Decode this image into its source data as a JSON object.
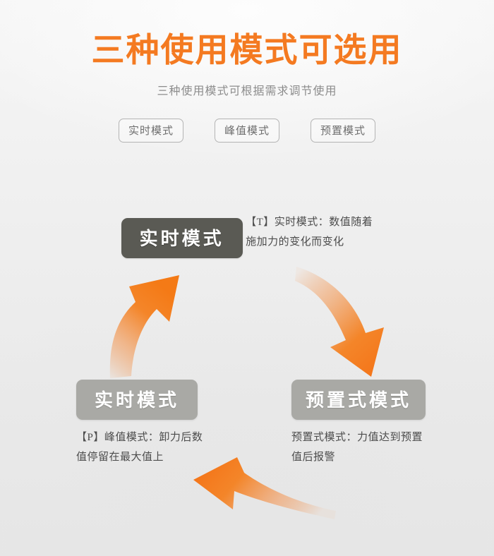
{
  "header": {
    "title": "三种使用模式可选用",
    "subtitle": "三种使用模式可根据需求调节使用",
    "title_color": "#f47a21",
    "subtitle_color": "#8c8c8c"
  },
  "chips": [
    {
      "label": "实时模式"
    },
    {
      "label": "峰值模式"
    },
    {
      "label": "预置模式"
    }
  ],
  "cycle": {
    "nodes": [
      {
        "id": "realtime",
        "badge": "实时模式",
        "badge_style": "dark",
        "badge_color": "#5a5a54",
        "desc_line1": "【T】实时模式：数值随着",
        "desc_line2": "施加力的变化而变化"
      },
      {
        "id": "peak",
        "badge": "实时模式",
        "badge_style": "gray",
        "badge_color": "#a9a9a5",
        "desc_line1": "【P】峰值模式：卸力后数",
        "desc_line2": "值停留在最大值上"
      },
      {
        "id": "preset",
        "badge": "预置式模式",
        "badge_style": "gray",
        "badge_color": "#a9a9a5",
        "desc_line1": "预置式模式：力值达到预置",
        "desc_line2": "值后报警"
      }
    ],
    "arrow_color": "#f47a21",
    "arrows": [
      {
        "name": "arrow-up-left",
        "direction": "up"
      },
      {
        "name": "arrow-down-right",
        "direction": "down"
      },
      {
        "name": "arrow-left-bottom",
        "direction": "left"
      }
    ]
  }
}
